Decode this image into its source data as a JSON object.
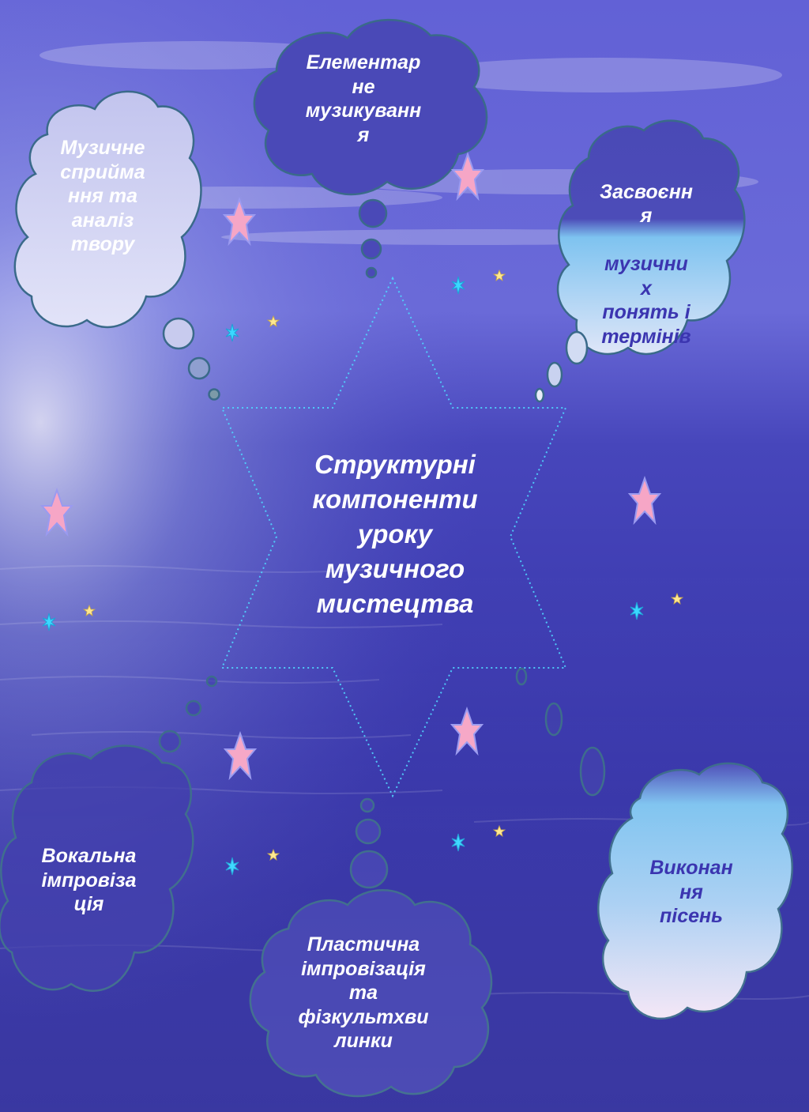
{
  "center_title": "Структурні\nкомпоненти\nуроку\nмузичного\nмистецтва",
  "clouds": {
    "elementary_music": "Елементар\nне\nмузикуванн\nя",
    "music_perception": "Музичне\nсприйма\nння та\nаналіз\nтвору",
    "concepts_top": "Засвоєнн\nя",
    "concepts_bottom": "музични\nх\nпонять і\nтермінів",
    "vocal_improvisation": "Вокальна\nімпровіза\nція",
    "plastic_improvisation": "Пластична\nімпровізація\nта\nфізкультхви\nлинки",
    "song_performance": "Виконан\nня\nпісень"
  },
  "colors": {
    "sky_top": "#5c5ad0",
    "sea_bottom": "#2e2c9c",
    "cloud_light": "#c9ccef",
    "cloud_blue": "#7ec3f0",
    "cloud_outline": "#3a6a8a",
    "star_pink": "#f6a6c6",
    "star_outline": "#9a9af0",
    "dotted_star": "#4fd6ff",
    "text_dark": "#3b35b0"
  }
}
